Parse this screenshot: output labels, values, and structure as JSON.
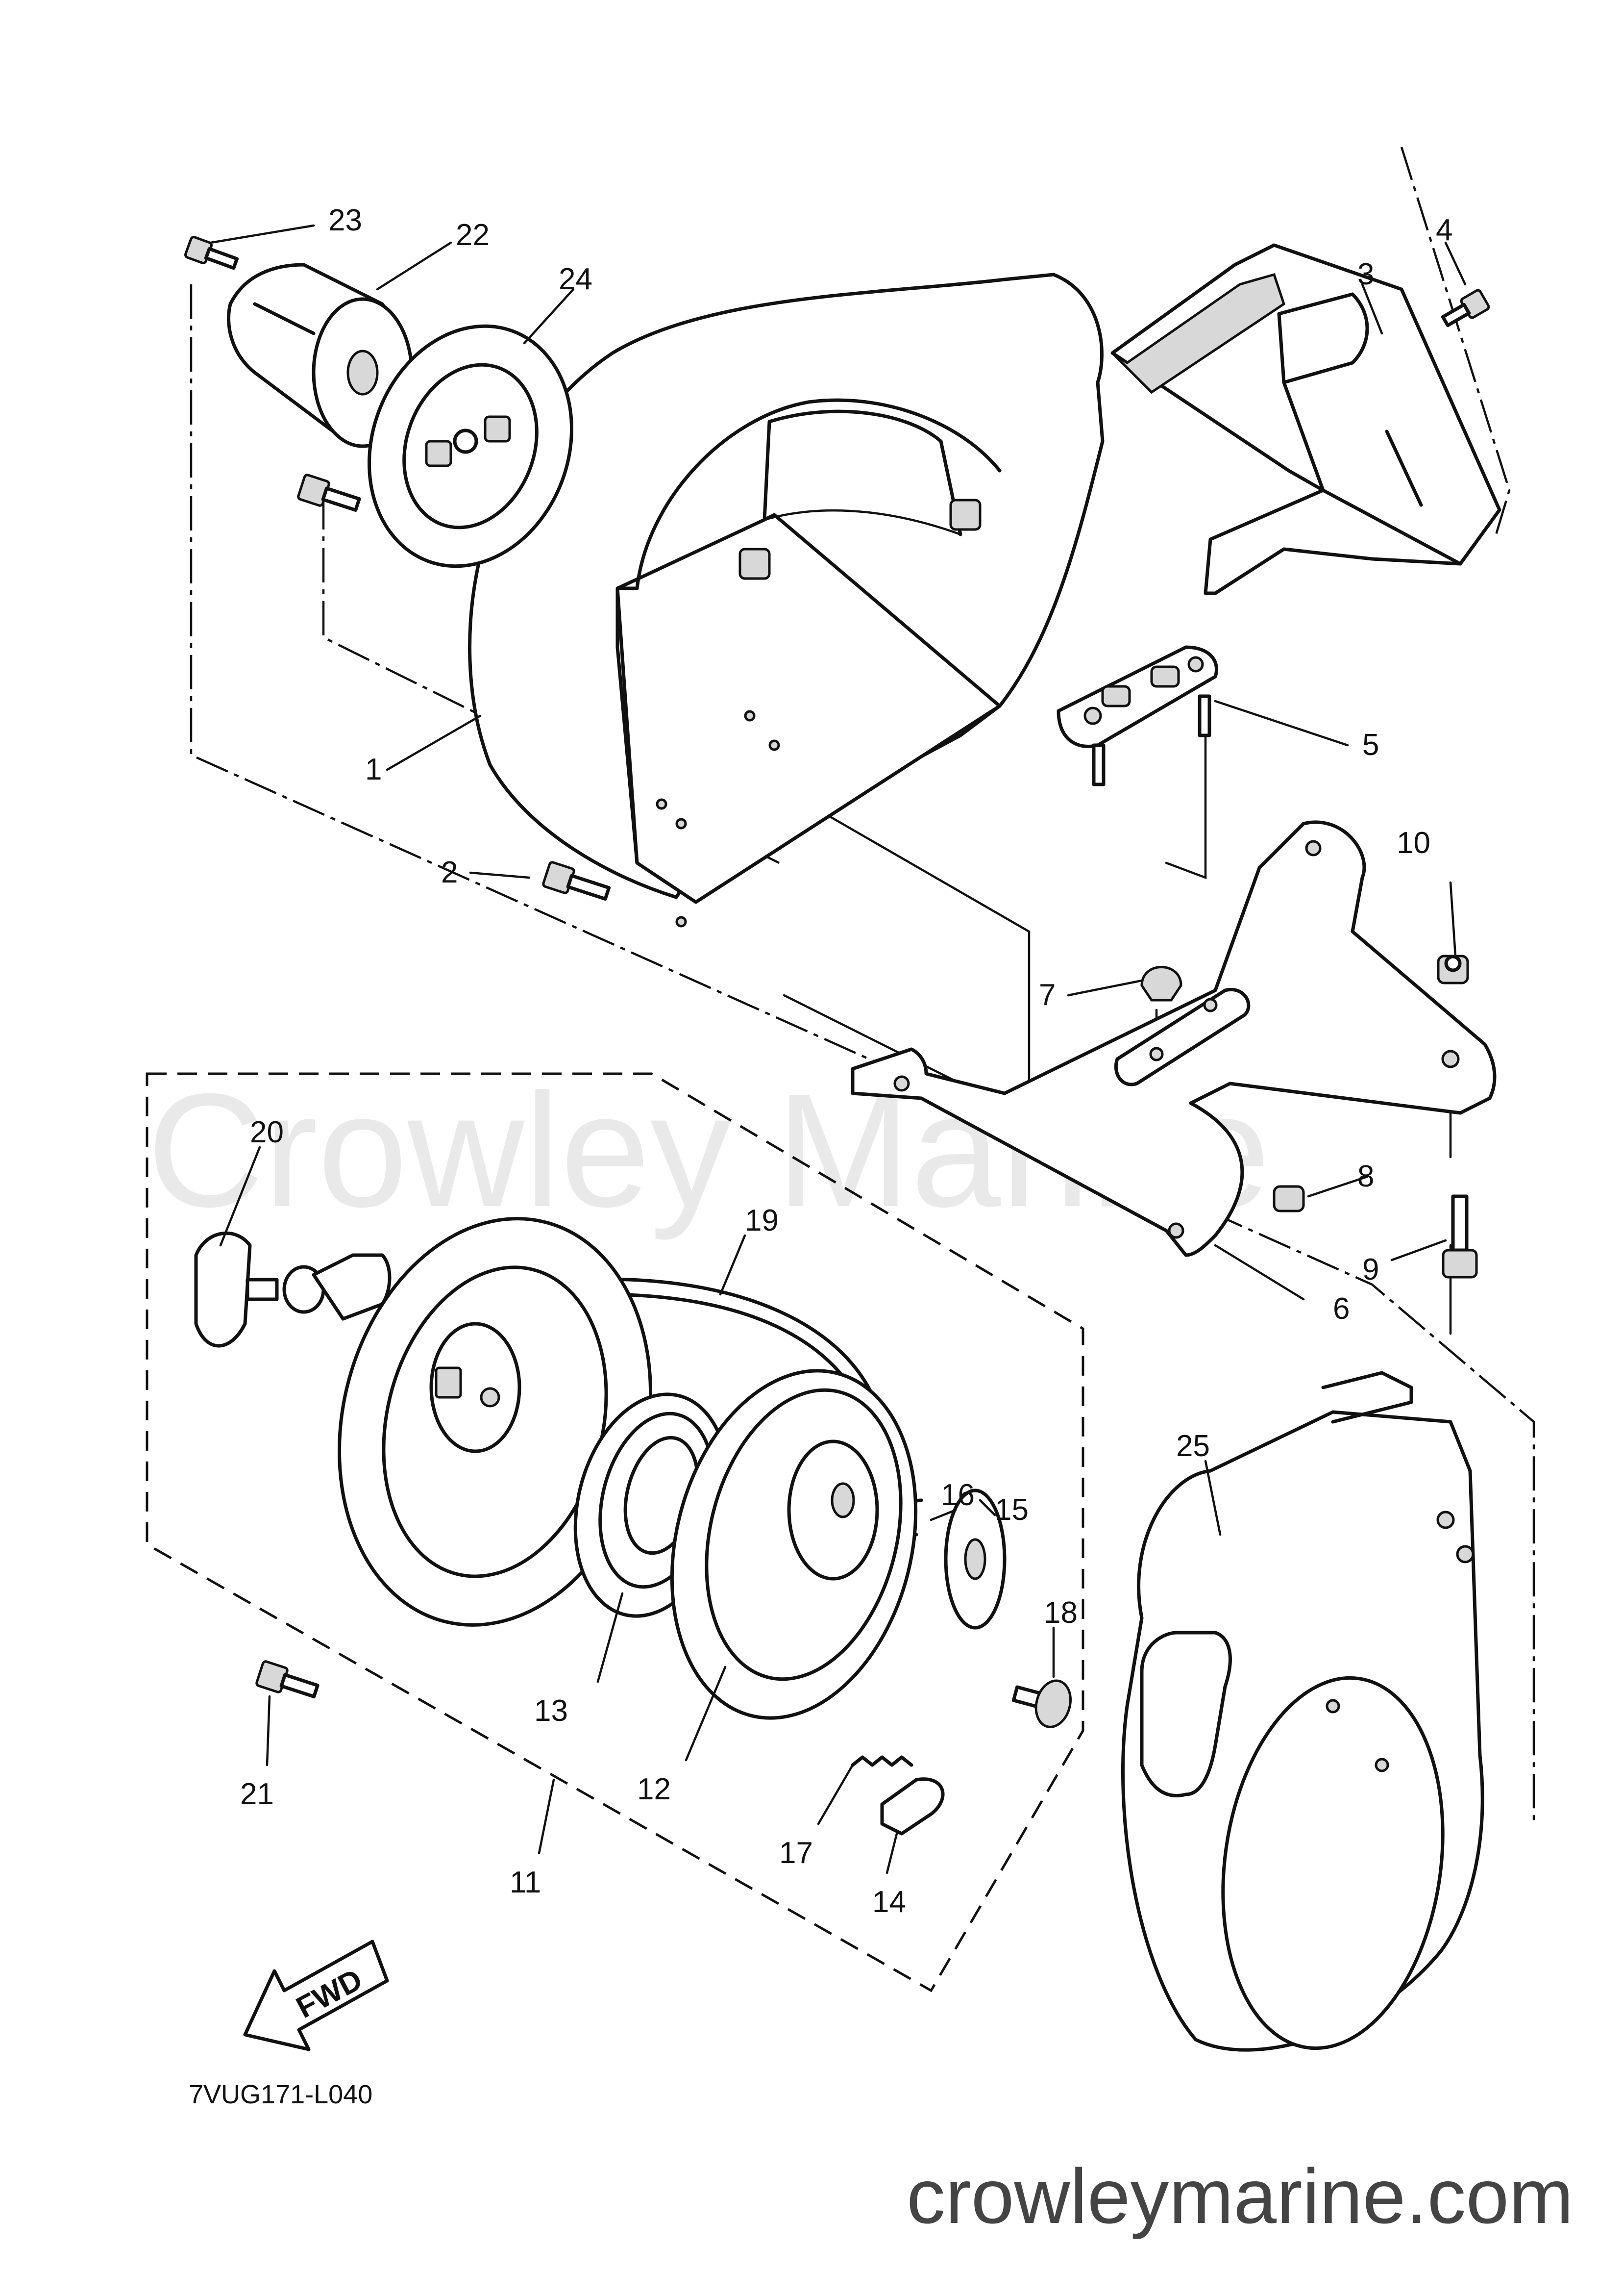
{
  "drawing_code": "7VUG171-L040",
  "fwd_label": "FWD",
  "watermark": "Crowley Marine",
  "site": "crowleymarine.com",
  "callouts": {
    "p1": "1",
    "p2": "2",
    "p3": "3",
    "p4": "4",
    "p5": "5",
    "p6": "6",
    "p7": "7",
    "p8": "8",
    "p9": "9",
    "p10": "10",
    "p11": "11",
    "p12": "12",
    "p13": "13",
    "p14": "14",
    "p15": "15",
    "p16": "16",
    "p17": "17",
    "p18": "18",
    "p19": "19",
    "p20": "20",
    "p21": "21",
    "p22": "22",
    "p23": "23",
    "p24": "24",
    "p25": "25"
  }
}
